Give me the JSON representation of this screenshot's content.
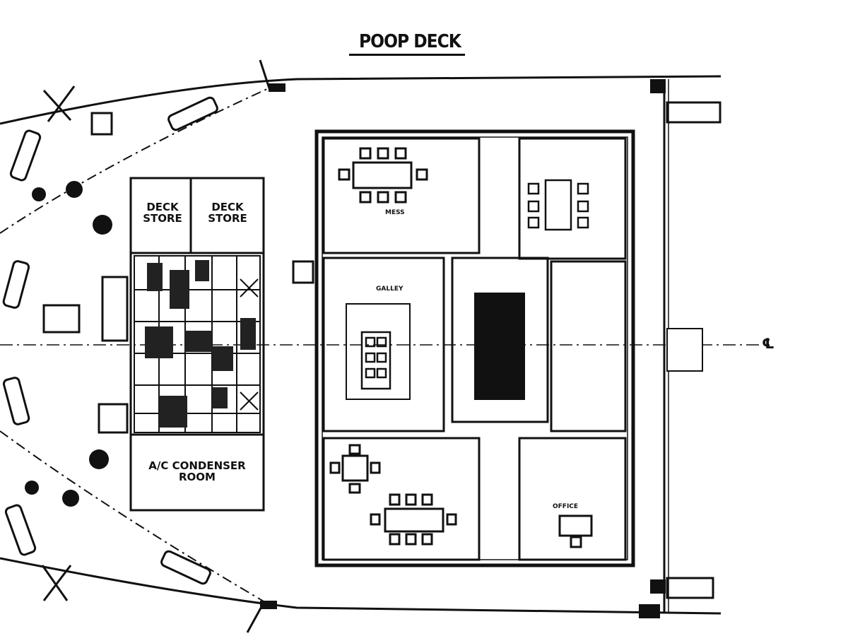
{
  "title": "POOP DECK",
  "labels": {
    "deck_store_1": "DECK\nSTORE",
    "deck_store_2": "DECK\nSTORE",
    "ac_room": "A/C CONDENSER\nROOM",
    "mess": "MESS",
    "galley": "GALLEY",
    "office": "OFFICE",
    "cl_mark": "℄"
  },
  "colors": {
    "ink": "#111111",
    "paper": "#ffffff",
    "hatch": "#222222"
  }
}
